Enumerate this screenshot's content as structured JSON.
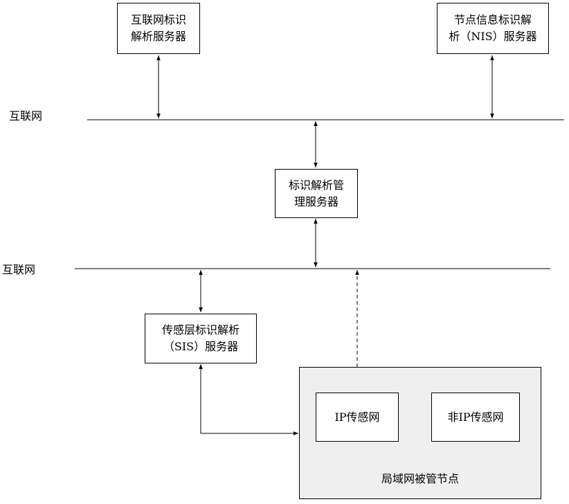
{
  "networks": {
    "top_label": "互联网",
    "middle_label": "互联网"
  },
  "nodes": {
    "internet_resolver": {
      "line1": "互联网标识",
      "line2": "解析服务器"
    },
    "nis_resolver": {
      "line1": "节点信息标识解",
      "line2": "析（NIS）服务器"
    },
    "mgmt_server": {
      "line1": "标识解析管",
      "line2": "理服务器"
    },
    "sis_resolver": {
      "line1": "传感层标识解析",
      "line2": "（SIS）服务器"
    },
    "ip_sensor_net": {
      "label": "IP传感网"
    },
    "non_ip_sensor_net": {
      "label": "非IP传感网"
    },
    "lan_managed_node": {
      "label": "局域网被管节点"
    }
  },
  "colors": {
    "lines": "#000000",
    "lan_fill": "#efefef"
  }
}
